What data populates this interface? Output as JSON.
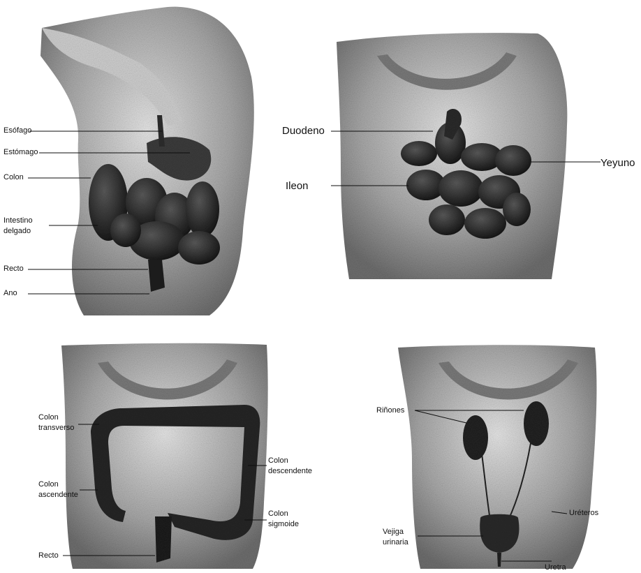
{
  "diagram": {
    "colors": {
      "background": "#ffffff",
      "body_shading": "#8a8a8a",
      "organ_dark": "#1e1e1e",
      "leader_line": "#111111"
    },
    "panels": [
      {
        "id": "digestive-overview",
        "labels": {
          "esofago": "Esófago",
          "estomago": "Estómago",
          "colon": "Colon",
          "intestino_1": "Intestino",
          "intestino_2": "delgado",
          "recto": "Recto",
          "ano": "Ano"
        }
      },
      {
        "id": "small-intestine",
        "labels": {
          "duodeno": "Duodeno",
          "ileon": "Ileon",
          "yeyuno": "Yeyuno"
        }
      },
      {
        "id": "large-intestine",
        "labels": {
          "transverso_1": "Colon",
          "transverso_2": "transverso",
          "ascendente_1": "Colon",
          "ascendente_2": "ascendente",
          "descendente_1": "Colon",
          "descendente_2": "descendente",
          "sigmoide_1": "Colon",
          "sigmoide_2": "sigmoide",
          "recto": "Recto"
        }
      },
      {
        "id": "urinary-system",
        "labels": {
          "rinones": "Riñones",
          "ureteros": "Uréteros",
          "vejiga_1": "Vejiga",
          "vejiga_2": "urinaria",
          "uretra": "Uretra"
        }
      }
    ]
  }
}
